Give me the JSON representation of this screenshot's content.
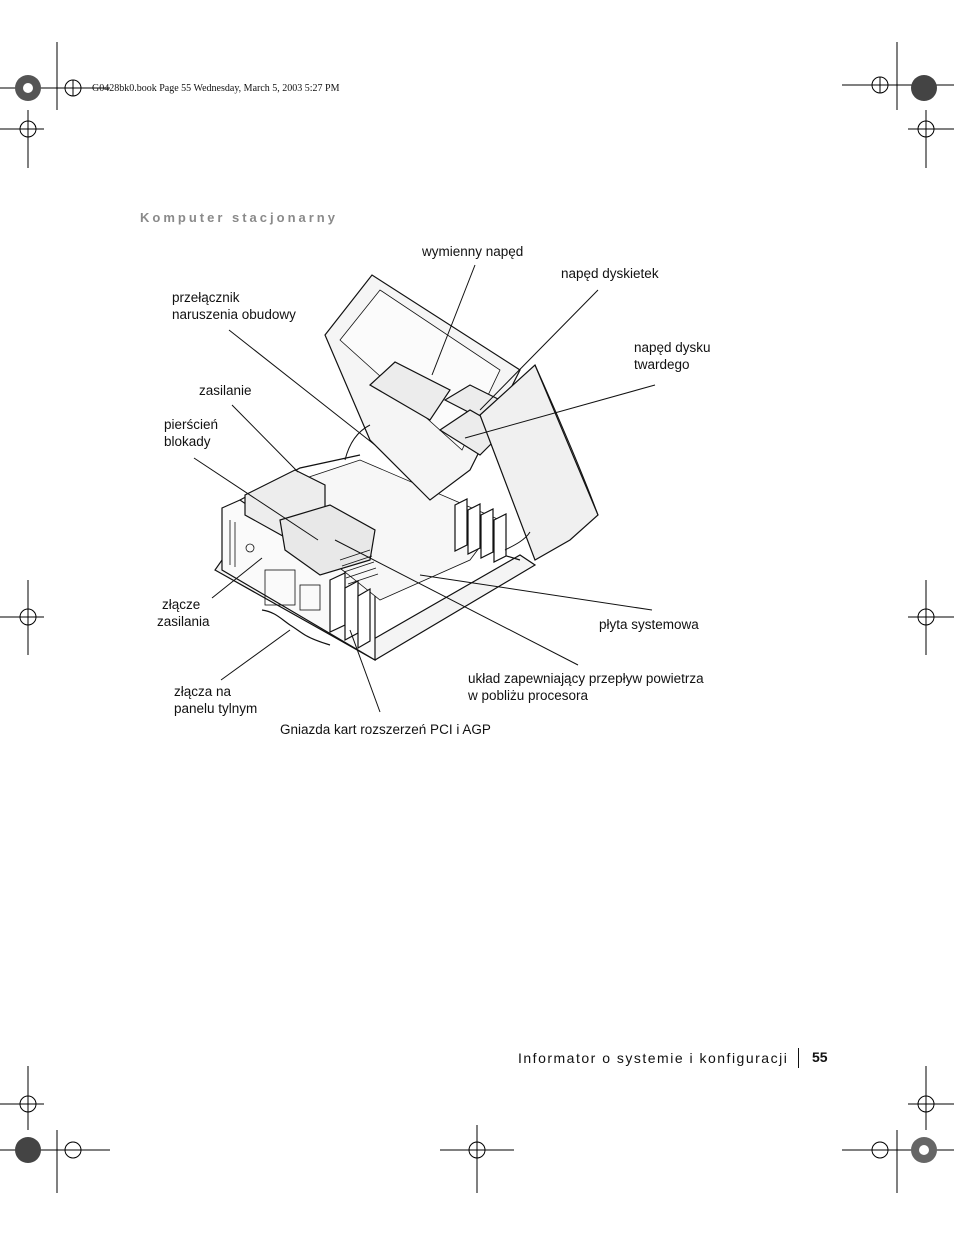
{
  "header": {
    "file_info": "G0428bk0.book  Page 55  Wednesday, March 5, 2003  5:27 PM"
  },
  "section_title": "Komputer stacjonarny",
  "figure": {
    "callouts": {
      "removable_drive": "wymienny napęd",
      "floppy_drive": "napęd dyskietek",
      "intrusion_switch_l1": "przełącznik",
      "intrusion_switch_l2": "naruszenia obudowy",
      "hard_drive_l1": "napęd dysku",
      "hard_drive_l2": "twardego",
      "power_supply": "zasilanie",
      "padlock_ring_l1": "pierścień",
      "padlock_ring_l2": "blokady",
      "power_connector_l1": "złącze",
      "power_connector_l2": "zasilania",
      "system_board": "płyta systemowa",
      "back_panel_l1": "złącza na",
      "back_panel_l2": "panelu tylnym",
      "airflow_l1": "układ zapewniający przepływ powietrza",
      "airflow_l2": "w pobliżu procesora",
      "card_slots": "Gniazda kart rozszerzeń PCI i AGP"
    }
  },
  "footer": {
    "book_title": "Informator o systemie i konfiguracji",
    "page_number": "55"
  }
}
